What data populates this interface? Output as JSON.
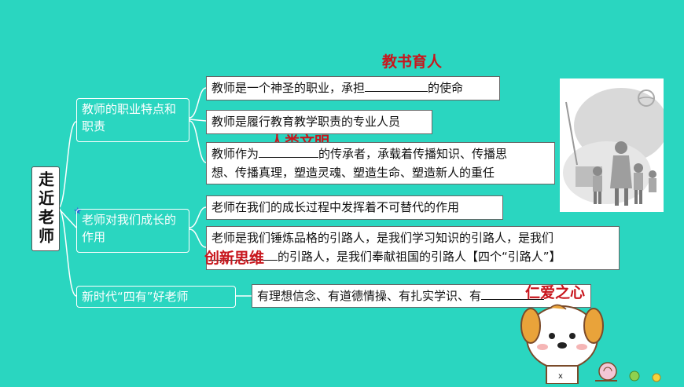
{
  "root": {
    "title": "走近老师"
  },
  "categories": [
    {
      "label": "教师的职业特点和职责"
    },
    {
      "label": "老师对我们成长的作用"
    },
    {
      "label": "新时代“四有”好老师"
    }
  ],
  "leaves": {
    "l1": {
      "before": "教师是一个神圣的职业，承担",
      "after": "的使命"
    },
    "l2": {
      "text": "教师是履行教育教学职责的专业人员"
    },
    "l3": {
      "before": "教师作为",
      "after_line1": "的传承者，承载着传播知识、传播思",
      "line2": "想、传播真理，塑造灵魂、塑造生命、塑造新人的重任"
    },
    "l4": {
      "text": "老师在我们的成长过程中发挥着不可替代的作用"
    },
    "l5": {
      "line1": "老师是我们锤炼品格的引路人，是我们学习知识的引路人，是我们",
      "after": "的引路人，是我们奉献祖国的引路人【四个“引路人”】"
    },
    "l6": {
      "before": "有理想信念、有道德情操、有扎实学识、有"
    }
  },
  "answers": {
    "a1": "教书育人",
    "a2": "人类文明",
    "a3": "创新思维",
    "a4": "仁爱之心"
  },
  "icons": {
    "star": "★"
  },
  "colors": {
    "background": "#2ad6c0",
    "answer": "#c8161d"
  }
}
